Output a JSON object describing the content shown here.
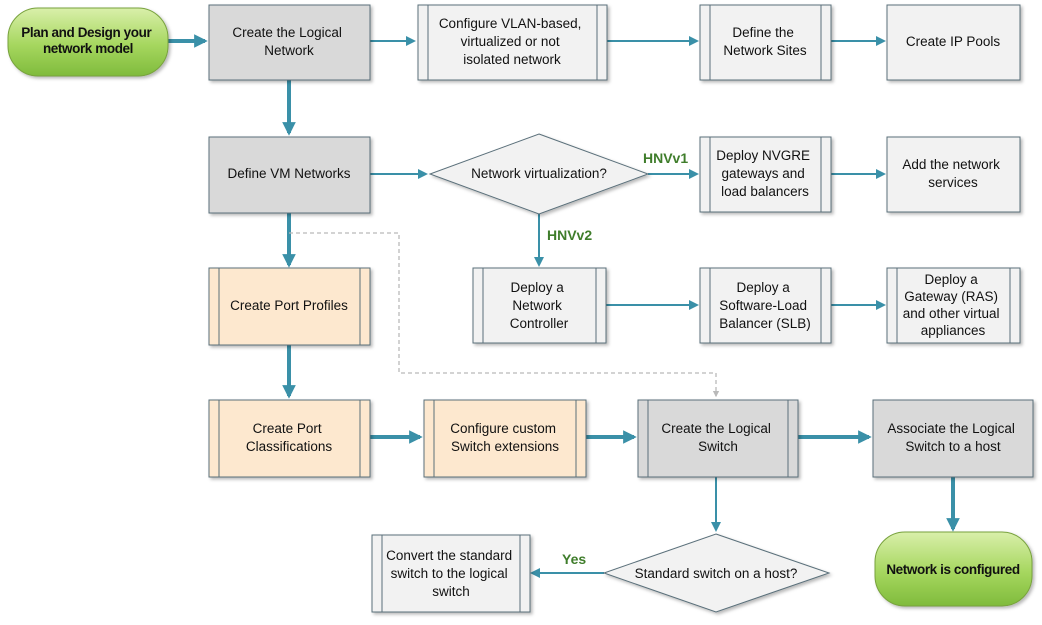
{
  "nodes": {
    "start": "Plan and Design your network model",
    "create_logical_network": "Create the Logical Network",
    "configure_vlan": "Configure VLAN-based, virtualized or not isolated network",
    "define_sites": "Define the Network Sites",
    "create_ip_pools": "Create IP Pools",
    "define_vm_networks": "Define VM Networks",
    "decision_virtualization": "Network virtualization?",
    "deploy_nvgre": "Deploy NVGRE gateways and load balancers",
    "add_services": "Add the network services",
    "deploy_controller": "Deploy a Network Controller",
    "deploy_slb": "Deploy a Software-Load Balancer (SLB)",
    "deploy_gateway": "Deploy a Gateway (RAS) and other virtual appliances",
    "create_port_profiles": "Create Port Profiles",
    "create_port_classifications": "Create Port Classifications",
    "configure_extensions": "Configure custom Switch extensions",
    "create_logical_switch": "Create the Logical Switch",
    "associate_switch": "Associate the Logical Switch to a host",
    "decision_standard_switch": "Standard switch on a host?",
    "convert_switch": "Convert the standard switch to the logical switch",
    "end": "Network is configured"
  },
  "edge_labels": {
    "hnv1": "HNVv1",
    "hnv2": "HNVv2",
    "yes": "Yes"
  },
  "colors": {
    "terminal_green": "#9fd25a",
    "gray_box": "#d9d9d9",
    "light_box": "#f2f2f2",
    "peach_box": "#fde8cf",
    "connector": "#3a90a8",
    "label_green": "#3f7d2b"
  }
}
